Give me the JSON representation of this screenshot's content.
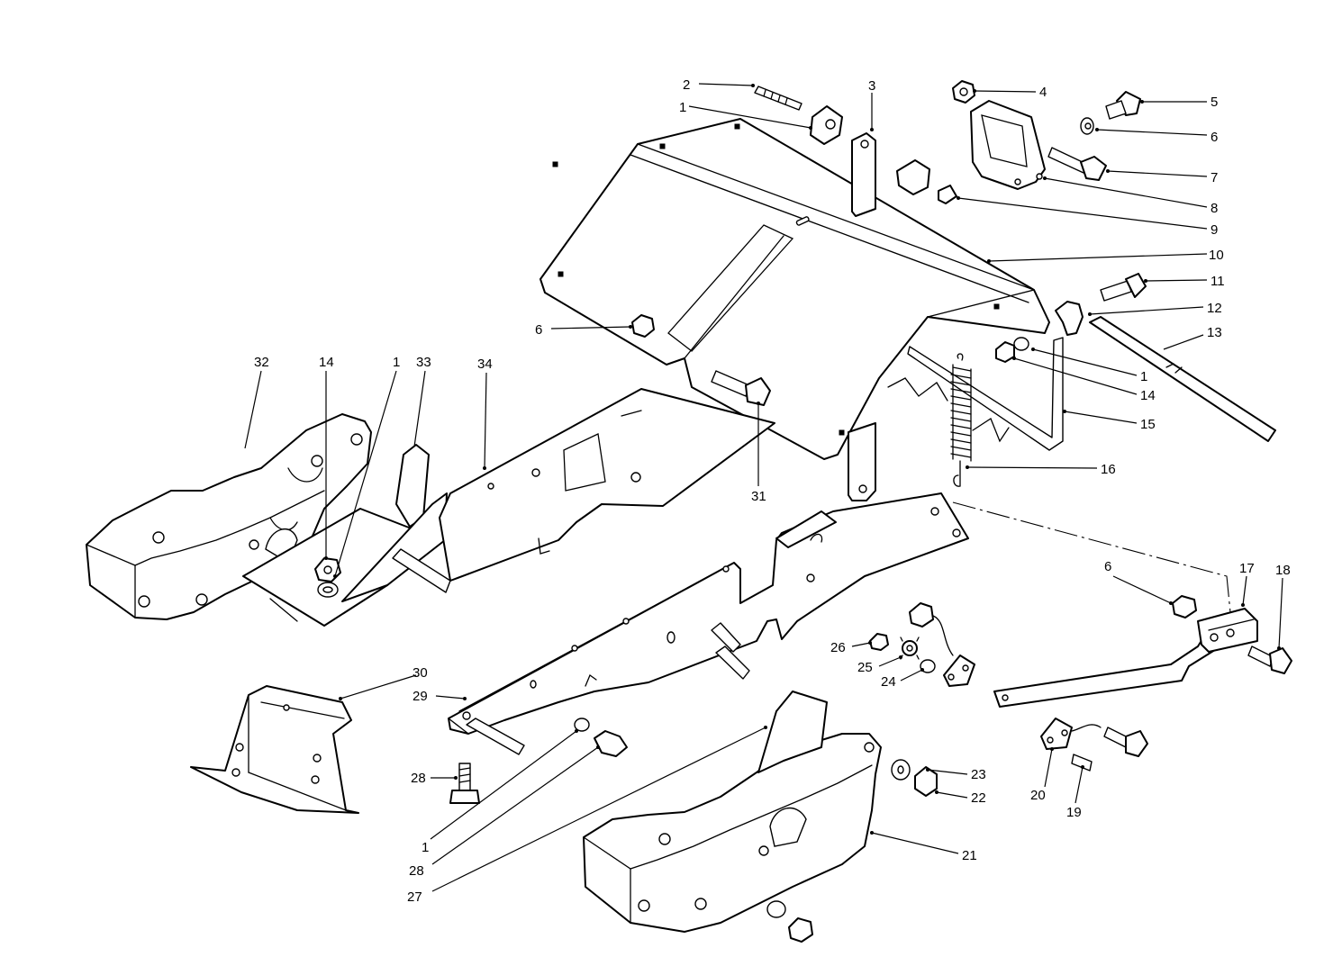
{
  "callouts": [
    "1",
    "2",
    "3",
    "4",
    "5",
    "6",
    "7",
    "8",
    "9",
    "10",
    "11",
    "12",
    "13",
    "14",
    "15",
    "16",
    "17",
    "18",
    "19",
    "20",
    "21",
    "22",
    "23",
    "24",
    "25",
    "26",
    "27",
    "28",
    "29",
    "30",
    "31",
    "32",
    "33",
    "34"
  ],
  "colors": {
    "ink": "#000000",
    "paper": "#ffffff"
  }
}
